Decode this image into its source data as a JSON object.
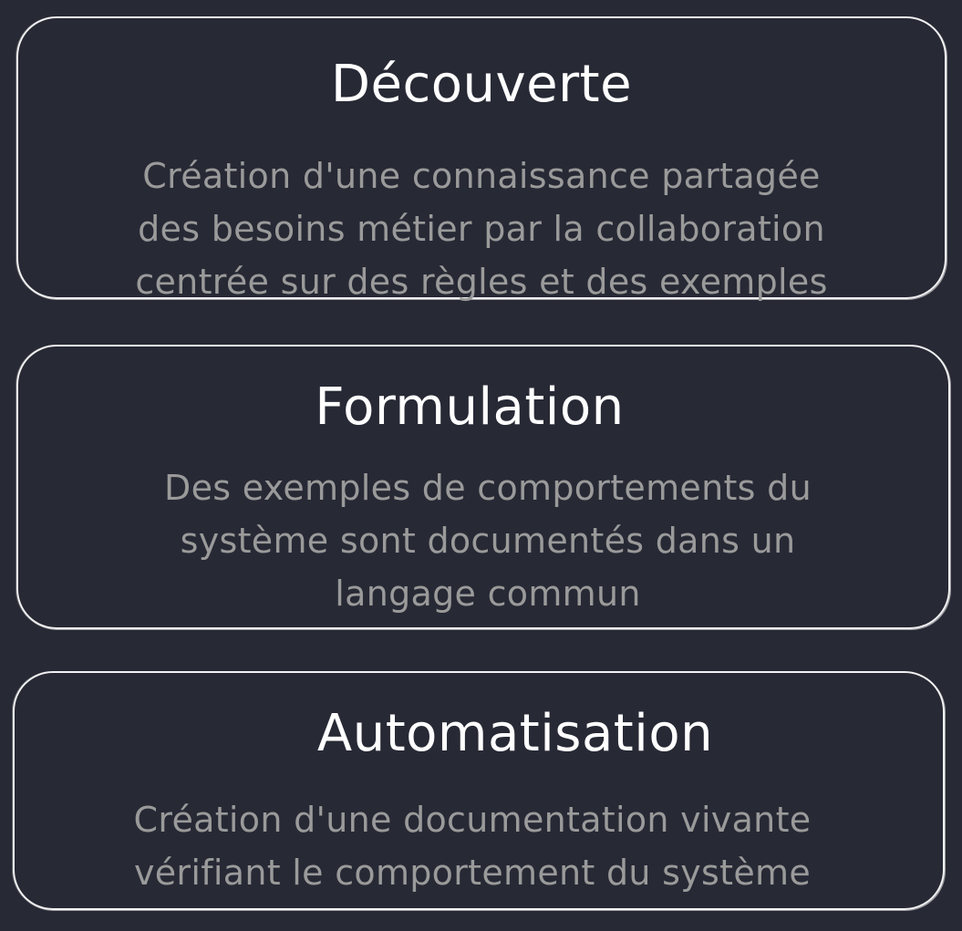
{
  "background": "#272935",
  "colors": {
    "title": "#ffffff",
    "description": "#9a9a9a",
    "border": "#f2f2f2"
  },
  "boxes": [
    {
      "title": "Découverte",
      "lines": [
        "Création d'une connaissance partagée",
        "des besoins métier par la collaboration",
        "centrée sur des règles et des exemples"
      ]
    },
    {
      "title": "Formulation",
      "lines": [
        "Des exemples de comportements du",
        "système sont documentés dans un",
        "langage commun"
      ]
    },
    {
      "title": "Automatisation",
      "lines": [
        "Création d'une documentation vivante",
        "vérifiant le comportement du système"
      ]
    }
  ]
}
